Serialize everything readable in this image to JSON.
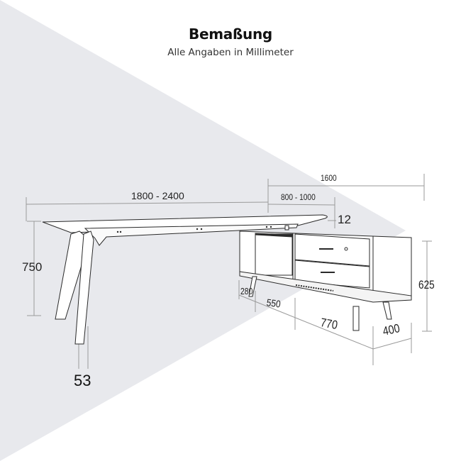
{
  "header": {
    "title": "Bemaßung",
    "subtitle": "Alle Angaben in Millimeter"
  },
  "dimensions": {
    "desk_width": "1800 - 2400",
    "return_width": "800 - 1000",
    "sideboard_width": "1600",
    "top_thickness": "12",
    "desk_height": "750",
    "leg_width": "53",
    "sideboard_height": "625",
    "sideboard_depth": "400",
    "section_280": "280",
    "section_550": "550",
    "section_770": "770"
  },
  "colors": {
    "background_shape": "#e8e9ed",
    "line": "#2a2a2a",
    "dim_line": "#9a9a9a"
  }
}
